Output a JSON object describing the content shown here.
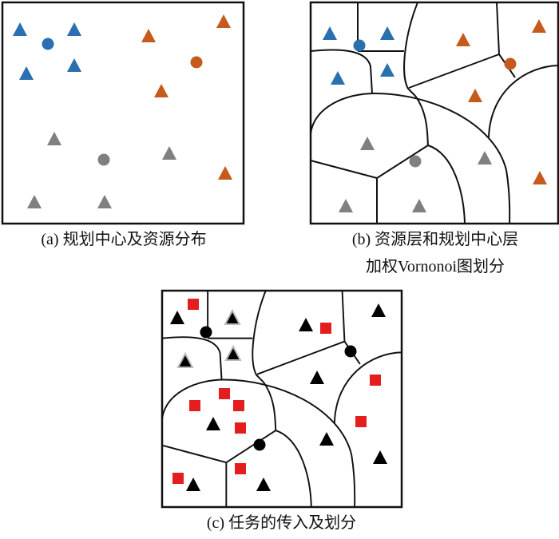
{
  "captions": {
    "a": "(a) 规划中心及资源分布",
    "b_line1": "(b) 资源层和规划中心层",
    "b_line2": "加权Vornonoi图划分",
    "c": "(c) 任务的传入及划分"
  },
  "colors": {
    "blue": "#2a6fb0",
    "orange": "#c55a1c",
    "gray": "#808080",
    "black": "#000000",
    "red": "#e41e1e",
    "line": "#111111"
  }
}
